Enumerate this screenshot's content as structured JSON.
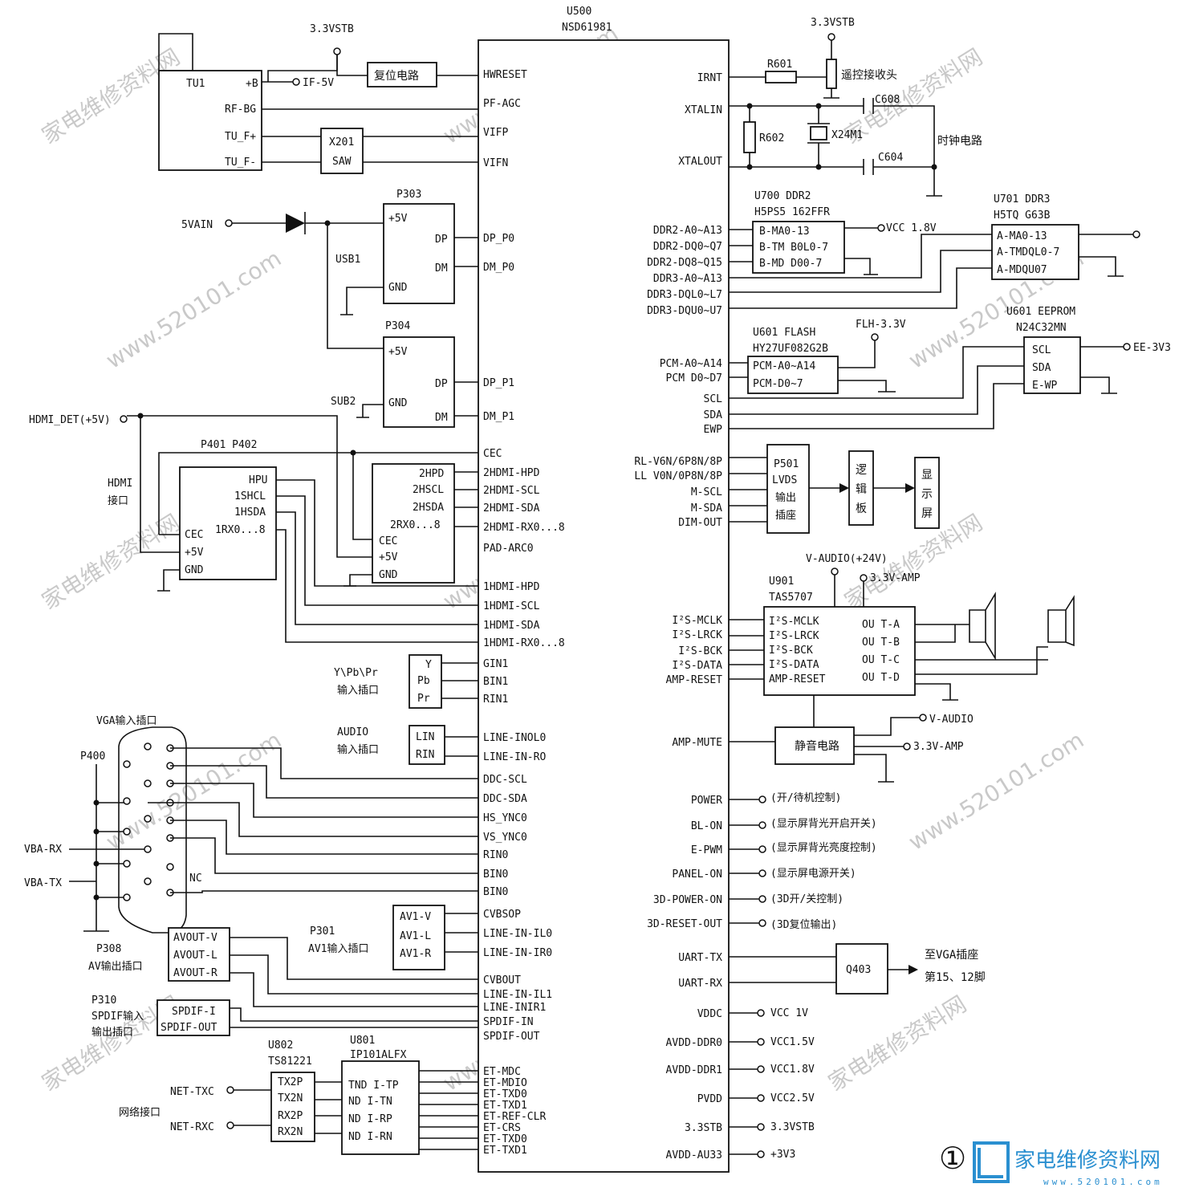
{
  "chip": {
    "ref": "U500",
    "part": "NSD61981"
  },
  "left_pins": [
    "HWRESET",
    "PF-AGC",
    "VIFP",
    "VIFN",
    "DP_P0",
    "DM_P0",
    "DP_P1",
    "DM_P1",
    "CEC",
    "2HDMI-HPD",
    "2HDMI-SCL",
    "2HDMI-SDA",
    "2HDMI-RX0...8",
    "PAD-ARC0",
    "1HDMI-HPD",
    "1HDMI-SCL",
    "1HDMI-SDA",
    "1HDMI-RX0...8",
    "GIN1",
    "BIN1",
    "RIN1",
    "LINE-INOL0",
    "LINE-IN-RO",
    "DDC-SCL",
    "DDC-SDA",
    "HS_YNC0",
    "VS_YNC0",
    "RIN0",
    "BIN0",
    "BIN0",
    "CVBSOP",
    "LINE-IN-IL0",
    "LINE-IN-IR0",
    "CVBOUT",
    "LINE-IN-IL1",
    "LINE-INIR1",
    "SPDIF-IN",
    "SPDIF-OUT",
    "ET-MDC",
    "ET-MDIO",
    "ET-TXD0",
    "ET-TXD1",
    "ET-REF-CLR",
    "ET-CRS",
    "ET-TXD0",
    "ET-TXD1"
  ],
  "right_pins": [
    "IRNT",
    "XTALIN",
    "XTALOUT",
    "DDR2-A0~A13",
    "DDR2-DQ0~Q7",
    "DDR2-DQ8~Q15",
    "DDR3-A0~A13",
    "DDR3-DQL0~L7",
    "DDR3-DQU0~U7",
    "PCM-A0~A14",
    "PCM D0~D7",
    "SCL",
    "SDA",
    "EWP",
    "RL-V6N/6P8N/8P",
    "LL V0N/0P8N/8P",
    "M-SCL",
    "M-SDA",
    "DIM-OUT",
    "I²S-MCLK",
    "I²S-LRCK",
    "I²S-BCK",
    "I²S-DATA",
    "AMP-RESET",
    "AMP-MUTE",
    "POWER",
    "BL-ON",
    "E-PWM",
    "PANEL-ON",
    "3D-POWER-ON",
    "3D-RESET-OUT",
    "UART-TX",
    "UART-RX",
    "VDDC",
    "AVDD-DDR0",
    "AVDD-DDR1",
    "PVDD",
    "3.3STB",
    "AVDD-AU33"
  ],
  "labels": {
    "stb_top": "3.3VSTB",
    "stb_right": "3.3VSTB",
    "tu1": "TU1",
    "tu_b": "+B",
    "tu_rf": "RF-BG",
    "tu_fp": "TU_F+",
    "tu_fm": "TU_F-",
    "if5v": "IF-5V",
    "reset_circuit": "复位电路",
    "x201": "X201",
    "saw": "SAW",
    "r601": "R601",
    "ir_head": "遥控接收头",
    "c608": "C608",
    "r602": "R602",
    "x24m": "X24M1",
    "c604": "C604",
    "clock": "时钟电路",
    "u700": "U700 DDR2",
    "u700p": "H5PS5 162FFR",
    "u700a": "B-MA0-13",
    "u700b": "B-TM B0L0-7",
    "u700c": "B-MD D00-7",
    "vcc18": "VCC 1.8V",
    "u701": "U701 DDR3",
    "u701p": "H5TQ G63B",
    "u701a": "A-MA0-13",
    "u701b": "A-TMDQL0-7",
    "u701c": "A-MDQU07",
    "u601f": "U601 FLASH",
    "u601fp": "HY27UF082G2B",
    "flh": "FLH-3.3V",
    "pcma": "PCM-A0~A14",
    "pcmd": "PCM-D0~7",
    "u601e": "U601 EEPROM",
    "u601ep": "N24C32MN",
    "scl": "SCL",
    "sda": "SDA",
    "ewp": "E-WP",
    "ee3v3": "EE-3V3",
    "p501": "P501",
    "lvds": "LVDS",
    "out1": "输出",
    "out2": "插座",
    "logic": [
      "逻",
      "辑",
      "板"
    ],
    "screen": [
      "显",
      "示",
      "屏"
    ],
    "vaudio24": "V-AUDIO(+24V)",
    "amp33": "3.3V-AMP",
    "u901": "U901",
    "tas": "TAS5707",
    "i_mclk": "I²S-MCLK",
    "i_lrck": "I²S-LRCK",
    "i_bck": "I²S-BCK",
    "i_data": "I²S-DATA",
    "i_reset": "AMP-RESET",
    "outa": "OU T-A",
    "outb": "OU T-B",
    "outc": "OU T-C",
    "outd": "OU T-D",
    "vaudio": "V-AUDIO",
    "mute": "静音电路",
    "amp33b": "3.3V-AMP",
    "pwr": "(开/待机控制)",
    "blon": "(显示屏背光开启开关)",
    "epwm": "(显示屏背光亮度控制)",
    "panel": "(显示屏电源开关)",
    "d3p": "(3D开/关控制)",
    "d3r": "(3D复位输出)",
    "q403": "Q403",
    "vga_to": "至VGA插座",
    "vga_pin": "第15、12脚",
    "vcc1v": "VCC 1V",
    "vcc15": "VCC1.5V",
    "vcc18b": "VCC1.8V",
    "vcc25": "VCC2.5V",
    "stb2": "3.3VSTB",
    "p3v3": "+3V3",
    "v5ain": "5VAIN",
    "p303": "P303",
    "usb1": "USB1",
    "p5v": "+5V",
    "dp": "DP",
    "dm": "DM",
    "gnd": "GND",
    "p304": "P304",
    "sub2": "SUB2",
    "hdmidet": "HDMI_DET(+5V)",
    "p401": "P401 P402",
    "hdmi": "HDMI",
    "jack": "接口",
    "hpu": "HPU",
    "shcl": "1SHCL",
    "hsda": "1HSDA",
    "rx": "1RX0...8",
    "cec": "CEC",
    "hpd2": "2HPD",
    "hscl2": "2HSCL",
    "hsda2": "2HSDA",
    "rx2": "2RX0...8",
    "ypbpr": "Y\\Pb\\Pr",
    "in_jack": "输入插口",
    "y": "Y",
    "pb": "Pb",
    "pr": "Pr",
    "audio": "AUDIO",
    "lin": "LIN",
    "rin": "RIN",
    "vga_in": "VGA输入插口",
    "p400": "P400",
    "vbarx": "VBA-RX",
    "vbatx": "VBA-TX",
    "nc": "NC",
    "p301": "P301",
    "av1": "AV1输入插口",
    "av1v": "AV1-V",
    "av1l": "AV1-L",
    "av1r": "AV1-R",
    "p308": "P308",
    "avout": "AV输出插口",
    "avoutv": "AVOUT-V",
    "avoutl": "AVOUT-L",
    "avoutr": "AVOUT-R",
    "p310": "P310",
    "spdif_io": "SPDIF输入",
    "spdif_o": "输出插口",
    "spdifi": "SPDIF-I",
    "spdifo": "SPDIF-OUT",
    "u802": "U802",
    "u802p": "TS81221",
    "u801": "U801",
    "u801p": "IP101ALFX",
    "tx2p": "TX2P",
    "tx2n": "TX2N",
    "rx2p": "RX2P",
    "rx2n": "RX2N",
    "tnd": "TND I-TP",
    "nd1": "ND I-TN",
    "nd2": "ND I-RP",
    "nd3": "ND I-RN",
    "nettx": "NET-TXC",
    "netrx": "NET-RXC",
    "netjack": "网络接口",
    "circle": "①",
    "brand": "家电维修资料网",
    "brand_url": "www.520101.com"
  },
  "watermark": {
    "text_a": "家电维修资料网",
    "text_b": "www.520101.com"
  }
}
